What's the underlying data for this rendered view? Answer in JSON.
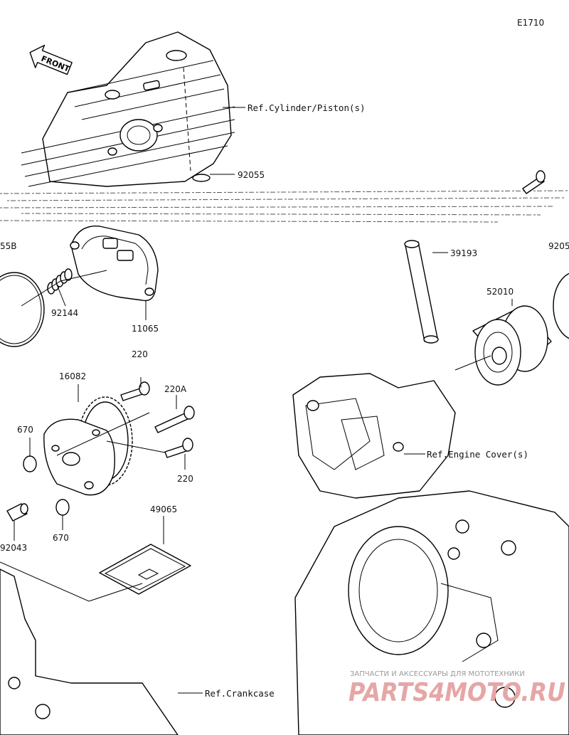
{
  "diagram_code": "E1710",
  "front_label": "FRONT",
  "refs": {
    "cylinder_piston": "Ref.Cylinder/Piston(s)",
    "engine_cover": "Ref.Engine Cover(s)",
    "crankcase": "Ref.Crankcase"
  },
  "parts": {
    "p92055_top": "92055",
    "p39193": "39193",
    "p52010": "52010",
    "p9205_right": "9205",
    "p55B": "55B",
    "p92144": "92144",
    "p11065": "11065",
    "p16082": "16082",
    "p220_upper": "220",
    "p220A": "220A",
    "p220_lower": "220",
    "p670_left": "670",
    "p670_lower": "670",
    "p92043": "92043",
    "p49065": "49065"
  },
  "watermark": {
    "tagline": "ЗАПЧАСТИ И АКСЕССУАРЫ ДЛЯ МОТОТЕХНИКИ",
    "brand": "PARTS4MOTO.RU"
  }
}
